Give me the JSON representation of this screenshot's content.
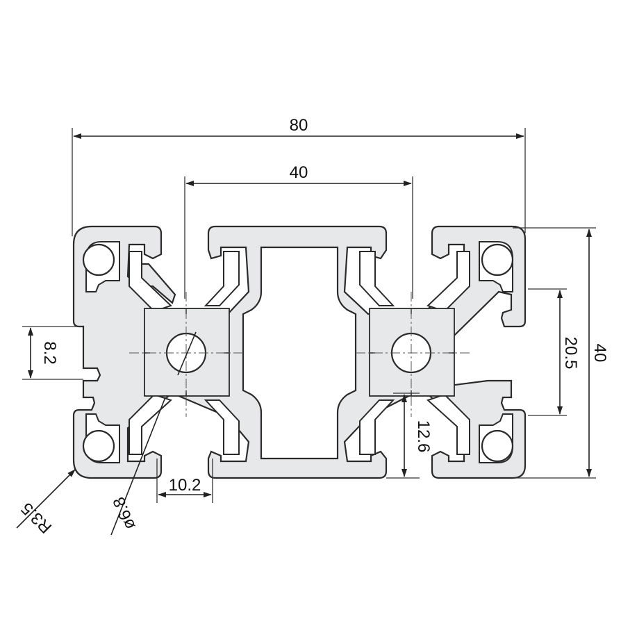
{
  "diagram": {
    "dimensions": {
      "overall_width": "80",
      "center_spacing": "40",
      "overall_height": "40",
      "slot_spacing": "20.5",
      "slot_opening": "8.2",
      "wall_depth": "12.6",
      "slot_width": "10.2",
      "radius": "R3.5",
      "hole_diameter": "ø6.8"
    },
    "colors": {
      "profile_fill": "#e6e8ea",
      "profile_stroke": "#2a2a2a",
      "dimension_line": "#222222",
      "background": "#ffffff"
    }
  }
}
